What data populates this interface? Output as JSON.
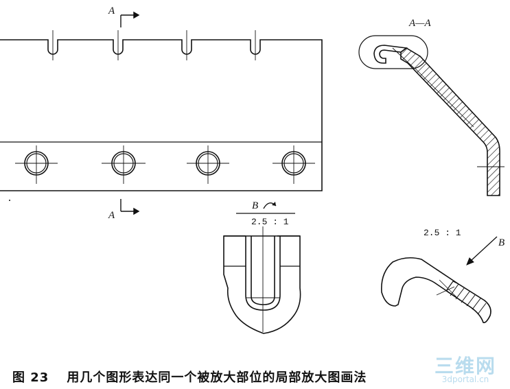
{
  "labels": {
    "section_top": "A",
    "section_bottom": "A",
    "section_view_title": "A—A",
    "detail_b_letter": "B",
    "detail_b_scale": "2.5 : 1",
    "detail_right_scale": "2.5 : 1",
    "detail_right_arrow_letter": "B"
  },
  "caption": {
    "figure_number": "图 23",
    "text": "用几个图形表达同一个被放大部位的局部放大图画法"
  },
  "watermark": {
    "main": "三维网",
    "sub": "3dportal.cn"
  },
  "colors": {
    "line": "#111111",
    "watermark": "#b9dcee"
  }
}
